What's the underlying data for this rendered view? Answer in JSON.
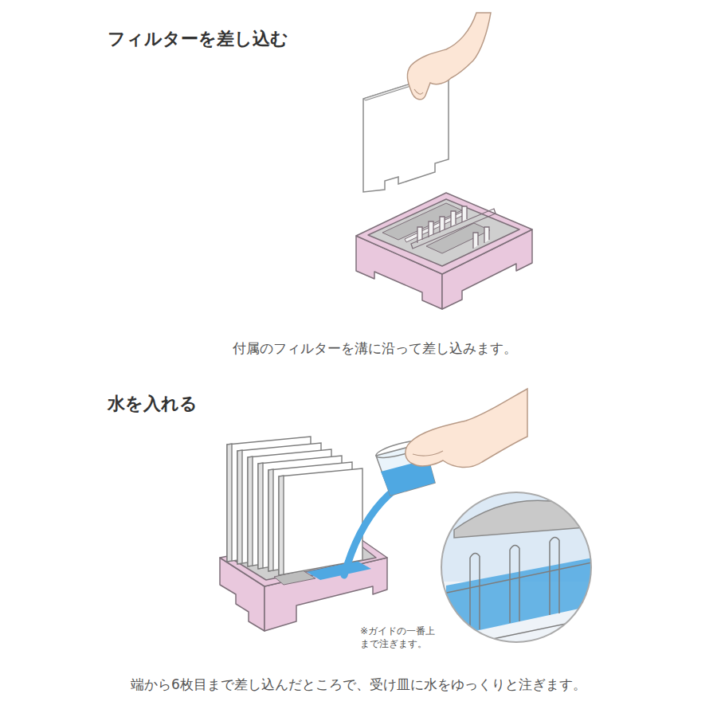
{
  "diagram": {
    "labels": [
      "フィルターを差し込む",
      "付属のフィルターを溝に沿って差し込みます。",
      "水を入れる",
      "※ガイドの一番上 まで注ぎます。",
      "端から6枚目まで差し込んだところで、受け皿に水をゆっくりと注ぎます。"
    ]
  }
}
